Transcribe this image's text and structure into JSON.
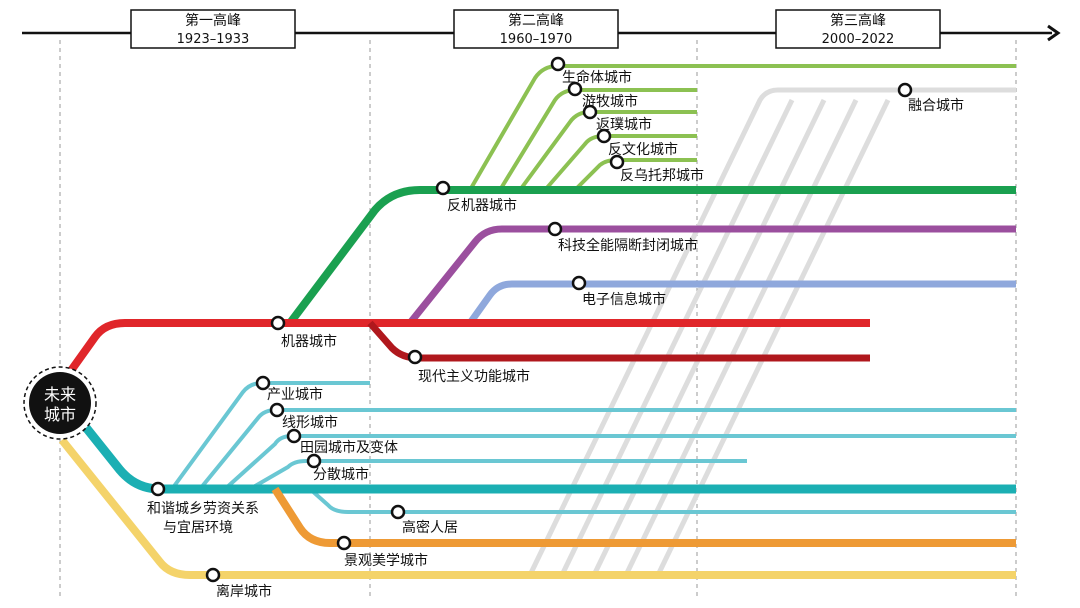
{
  "timeline": {
    "periods": [
      {
        "name": "第一高峰",
        "years": "1923–1933"
      },
      {
        "name": "第二高峰",
        "years": "1960–1970"
      },
      {
        "name": "第三高峰",
        "years": "2000–2022"
      }
    ]
  },
  "root": {
    "line1": "未来",
    "line2": "城市"
  },
  "nodes": {
    "life": "生命体城市",
    "nomad": "游牧城市",
    "return": "返璞城市",
    "counter_culture": "反文化城市",
    "anti_utopia": "反乌托邦城市",
    "anti_machine": "反机器城市",
    "integrated": "融合城市",
    "tech_sealed": "科技全能隔断封闭城市",
    "electronic": "电子信息城市",
    "machine": "机器城市",
    "modernist": "现代主义功能城市",
    "industrial": "产业城市",
    "linear": "线形城市",
    "garden": "田园城市及变体",
    "decentralized": "分散城市",
    "harmony_line1": "和谐城乡劳资关系",
    "harmony_line2": "与宜居环境",
    "high_density": "高密人居",
    "landscape": "景观美学城市",
    "offshore": "离岸城市"
  },
  "colors": {
    "light_green": "#8cc152",
    "green": "#1aa050",
    "purple": "#9b4f9e",
    "blue": "#8fa8dc",
    "red": "#e0262a",
    "dark_red": "#b0181d",
    "teal": "#1bafb3",
    "light_teal": "#6ac7d3",
    "orange": "#ee9a35",
    "yellow": "#f4d36a",
    "grey": "#dddddd"
  }
}
